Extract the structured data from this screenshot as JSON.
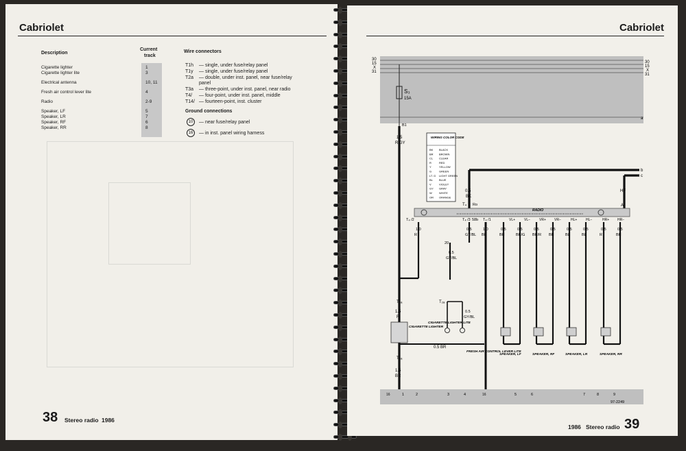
{
  "left_page": {
    "header": "Cabriolet",
    "col_description": "Description",
    "col_track_line1": "Current",
    "col_track_line2": "track",
    "col_wire": "Wire connectors",
    "rows": [
      {
        "desc": "Cigarette lighter",
        "track": "1"
      },
      {
        "desc": "Cigarette lighter lite",
        "track": "3"
      },
      {
        "desc": "Electrical antenna",
        "track": "10, 11"
      },
      {
        "desc": "Fresh air control lever lite",
        "track": "4"
      },
      {
        "desc": "Radio",
        "track": "2-9"
      },
      {
        "desc": "Speaker, LF",
        "track": "5"
      },
      {
        "desc": "Speaker, LR",
        "track": "7"
      },
      {
        "desc": "Speaker, RF",
        "track": "6"
      },
      {
        "desc": "Speaker, RR",
        "track": "8"
      }
    ],
    "wire_connectors": [
      {
        "code": "T1h",
        "text": "— single, under fuse/relay panel"
      },
      {
        "code": "T1y",
        "text": "— single, under fuse/relay panel"
      },
      {
        "code": "T2a",
        "text": "— double, under inst. panel, near fuse/relay"
      },
      {
        "code": "",
        "text": "panel"
      },
      {
        "code": "T3a",
        "text": "— three-point, under inst. panel, near radio"
      },
      {
        "code": "T4/",
        "text": "— four-point, under inst. panel, middle"
      },
      {
        "code": "T14/",
        "text": "— fourteen-point, inst. cluster"
      }
    ],
    "ground_title": "Ground connections",
    "grounds": [
      {
        "num": "10",
        "text": "— near fuse/relay panel"
      },
      {
        "num": "16",
        "text": "— in inst. panel wiring harness"
      }
    ],
    "page_number": "38",
    "footer_title": "Stereo radio",
    "footer_year": "1986"
  },
  "right_page": {
    "header": "Cabriolet",
    "page_number": "39",
    "footer_title": "Stereo radio",
    "footer_year": "1986",
    "diagram": {
      "bus_labels_left": [
        "30",
        "15",
        "X",
        "31"
      ],
      "bus_labels_right": [
        "30",
        "15",
        "X",
        "31"
      ],
      "fuse": "S₃",
      "fuse_rating": "15A",
      "rail_a": "a",
      "rail_b": "b",
      "rail_c": "c",
      "fuse_out": "B1",
      "feed_size": "1.5",
      "feed_color": "R/GY",
      "color_code_title": "WIRING COLOR CODE",
      "color_codes": [
        [
          "BK",
          "BLACK"
        ],
        [
          "BR",
          "BROWN"
        ],
        [
          "CL",
          "CLEAR"
        ],
        [
          "R",
          "RED"
        ],
        [
          "Y",
          "YELLOW"
        ],
        [
          "G",
          "GREEN"
        ],
        [
          "LT. G",
          "LIGHT GREEN"
        ],
        [
          "BL",
          "BLUE"
        ],
        [
          "V",
          "VIOLET"
        ],
        [
          "GY",
          "GRAY"
        ],
        [
          "W",
          "WHITE"
        ],
        [
          "OR",
          "ORANGE"
        ]
      ],
      "radio_label": "RADIO",
      "bk_size": "0.5",
      "bk_color": "BK",
      "hf_label": "HF",
      "a_label": "A",
      "connector_t4": "T₄",
      "connector_t4_pin": "Ro",
      "t4_2": "T₄ /2",
      "t4_3": "T₄ /3",
      "pin_58b": "58b",
      "t4_1": "T₄ /1",
      "radio_pins": [
        "VL+",
        "VL−",
        "VR+",
        "VR−",
        "HL+",
        "HL−",
        "HR+",
        "HR−"
      ],
      "wire_sizes": [
        "1.0",
        "0.5",
        "1.0",
        "0.5",
        "0.5",
        "0.5",
        "0.5",
        "0.5",
        "0.5",
        "0.5",
        "0.5"
      ],
      "wire_colors": [
        "R",
        "GY/BL",
        "BR",
        "BR",
        "BR/G",
        "BR/R",
        "BR",
        "BL",
        "BL",
        "R",
        "BR"
      ],
      "node_20": "20",
      "gybl_size": "0.5",
      "gybl_color": "GY/BL",
      "t3a": "T₃ₐ",
      "t3a_2": "T₃ₐ",
      "t2a": "T₂ₐ",
      "r_size": "1.5",
      "r_color": "R",
      "lighter": "CIGARETTE LIGHTER",
      "lighter_lite": "CIGARETTE LIGHTER LITE",
      "fresh_air": "FRESH AIR CONTROL LEVER LITE",
      "br05": "0.5 BR",
      "gybl2_size": "0.5",
      "gybl2_color": "GY/BL",
      "speakers": [
        "SPEAKER, LF",
        "SPEAKER, RF",
        "SPEAKER, LR",
        "SPEAKER, RR"
      ],
      "ground_size": "1.5",
      "ground_color": "BR",
      "ground_num": "16",
      "ground_num2": "16",
      "tracks": [
        "1",
        "2",
        "3",
        "4",
        "5",
        "6",
        "7",
        "8",
        "9"
      ],
      "ref_code": "97-2249"
    }
  }
}
